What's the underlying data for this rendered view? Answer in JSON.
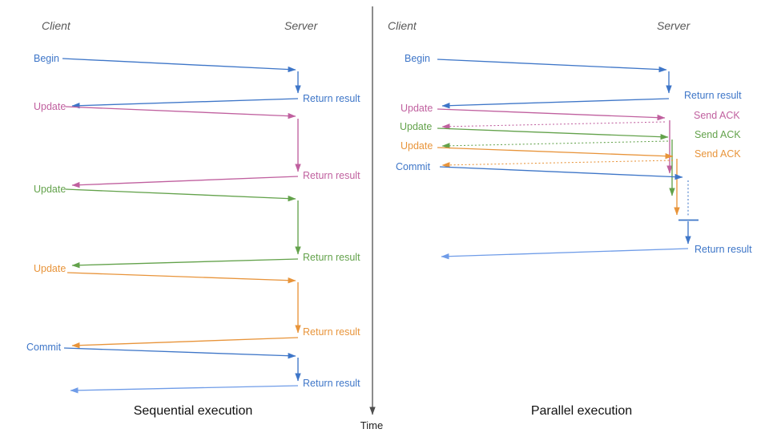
{
  "colors": {
    "blue": "#3e76c8",
    "blue_light": "#6f9ce8",
    "pink": "#c0609f",
    "green": "#63a24b",
    "orange": "#e8943a",
    "header_gray": "#595959",
    "axis_gray": "#4d4d4d",
    "title_black": "#111111"
  },
  "time_axis": {
    "label": "Time"
  },
  "panels": [
    {
      "title": "Sequential execution",
      "client_header": "Client",
      "server_header": "Server",
      "messages": [
        {
          "label": "Begin",
          "color": "blue",
          "response": "Return result"
        },
        {
          "label": "Update",
          "color": "pink",
          "response": "Return result"
        },
        {
          "label": "Update",
          "color": "green",
          "response": "Return result"
        },
        {
          "label": "Update",
          "color": "orange",
          "response": "Return result"
        },
        {
          "label": "Commit",
          "color": "blue",
          "response": "Return result"
        }
      ]
    },
    {
      "title": "Parallel execution",
      "client_header": "Client",
      "server_header": "Server",
      "messages": [
        {
          "label": "Begin",
          "color": "blue",
          "response": "Return result"
        },
        {
          "label": "Update",
          "color": "pink",
          "response": "Send ACK"
        },
        {
          "label": "Update",
          "color": "green",
          "response": "Send ACK"
        },
        {
          "label": "Update",
          "color": "orange",
          "response": "Send ACK"
        },
        {
          "label": "Commit",
          "color": "blue",
          "response": "Return result"
        }
      ]
    }
  ]
}
